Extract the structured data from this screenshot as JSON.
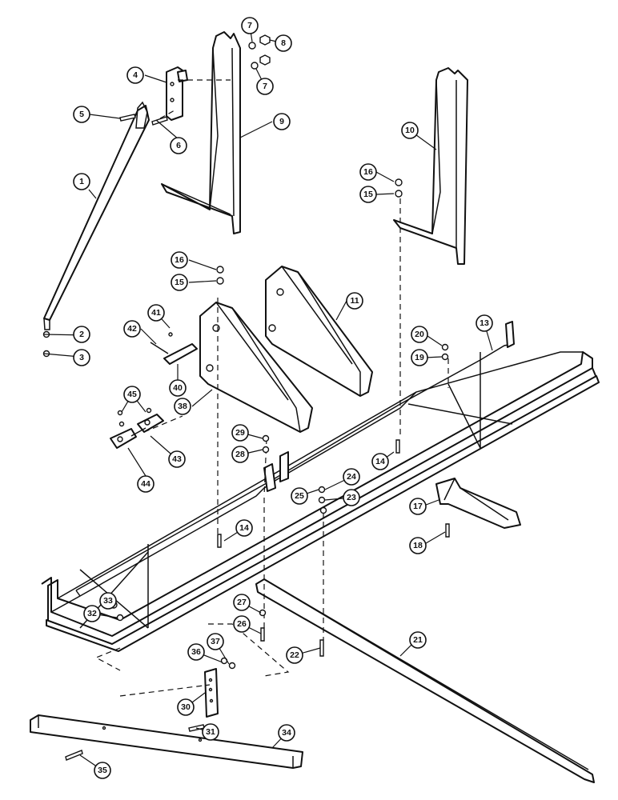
{
  "callouts": [
    {
      "label": "1"
    },
    {
      "label": "2"
    },
    {
      "label": "3"
    },
    {
      "label": "4"
    },
    {
      "label": "5"
    },
    {
      "label": "6"
    },
    {
      "label": "7"
    },
    {
      "label": "8"
    },
    {
      "label": "7"
    },
    {
      "label": "9"
    },
    {
      "label": "10"
    },
    {
      "label": "16"
    },
    {
      "label": "15"
    },
    {
      "label": "16"
    },
    {
      "label": "15"
    },
    {
      "label": "11"
    },
    {
      "label": "41"
    },
    {
      "label": "42"
    },
    {
      "label": "40"
    },
    {
      "label": "38"
    },
    {
      "label": "45"
    },
    {
      "label": "43"
    },
    {
      "label": "44"
    },
    {
      "label": "13"
    },
    {
      "label": "20"
    },
    {
      "label": "19"
    },
    {
      "label": "29"
    },
    {
      "label": "28"
    },
    {
      "label": "14"
    },
    {
      "label": "25"
    },
    {
      "label": "24"
    },
    {
      "label": "23"
    },
    {
      "label": "17"
    },
    {
      "label": "14"
    },
    {
      "label": "18"
    },
    {
      "label": "33"
    },
    {
      "label": "32"
    },
    {
      "label": "27"
    },
    {
      "label": "26"
    },
    {
      "label": "37"
    },
    {
      "label": "36"
    },
    {
      "label": "22"
    },
    {
      "label": "21"
    },
    {
      "label": "30"
    },
    {
      "label": "31"
    },
    {
      "label": "34"
    },
    {
      "label": "35"
    }
  ]
}
